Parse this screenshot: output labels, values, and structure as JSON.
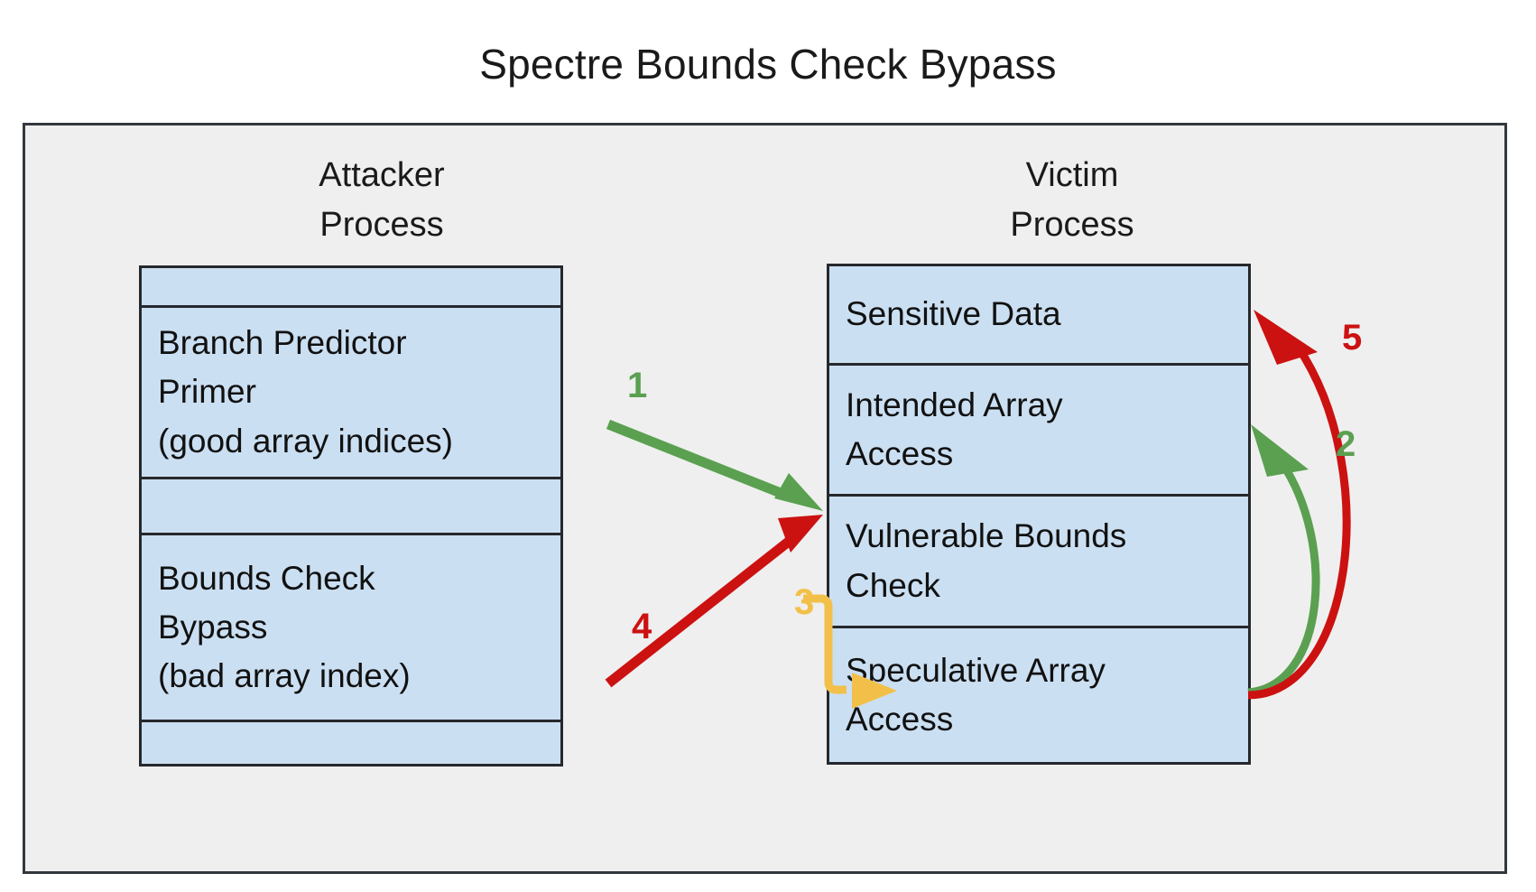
{
  "title": "Spectre Bounds Check Bypass",
  "colors": {
    "canvas": "#ffffff",
    "frame_background": "#efefef",
    "frame_border": "#33383d",
    "box_fill": "#cbdff2",
    "box_border": "#25282c",
    "text": "#111111",
    "green": "#5aa050",
    "red": "#cc1111",
    "yellow": "#f2c049"
  },
  "columns": {
    "attacker": {
      "heading": "Attacker\nProcess",
      "cells": [
        {
          "label": ""
        },
        {
          "label": "Branch Predictor\nPrimer\n(good array indices)"
        },
        {
          "label": ""
        },
        {
          "label": "Bounds Check\nBypass\n(bad array index)"
        },
        {
          "label": ""
        }
      ]
    },
    "victim": {
      "heading": "Victim\nProcess",
      "cells": [
        {
          "label": "Sensitive Data"
        },
        {
          "label": "Intended Array\nAccess"
        },
        {
          "label": "Vulnerable Bounds\nCheck"
        },
        {
          "label": "Speculative Array\nAccess"
        }
      ]
    }
  },
  "arrows": [
    {
      "step": "1",
      "color": "#5aa050",
      "shape": "straight",
      "from": "Branch Predictor Primer (good array indices)",
      "to": "Vulnerable Bounds Check"
    },
    {
      "step": "2",
      "color": "#5aa050",
      "shape": "arc",
      "from": "Speculative Array Access",
      "to": "Intended Array Access"
    },
    {
      "step": "3",
      "color": "#f2c049",
      "shape": "orthogonal",
      "from": "Vulnerable Bounds Check",
      "to": "Speculative Array Access"
    },
    {
      "step": "4",
      "color": "#cc1111",
      "shape": "straight",
      "from": "Bounds Check Bypass (bad array index)",
      "to": "Vulnerable Bounds Check"
    },
    {
      "step": "5",
      "color": "#cc1111",
      "shape": "arc",
      "from": "Speculative Array Access",
      "to": "Sensitive Data"
    }
  ]
}
